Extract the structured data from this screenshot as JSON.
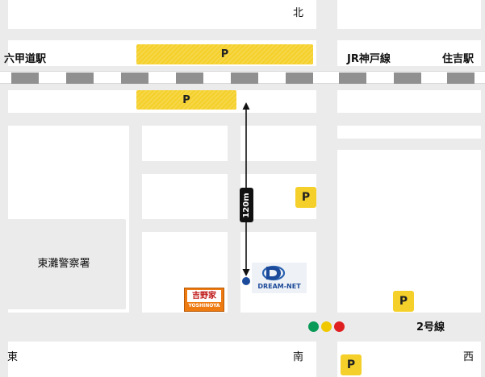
{
  "compass": {
    "north": "北",
    "south": "南",
    "east": "東",
    "west": "西"
  },
  "stations": {
    "left": "六甲道駅",
    "right": "住吉駅"
  },
  "railway": {
    "name": "JR神戸線"
  },
  "highway": {
    "name": "2号線"
  },
  "landmarks": {
    "police": "東灘警察署",
    "shop_logo_jp": "吉野家",
    "shop_logo_en": "YOSHINOYA",
    "target_logo": "DREAM-NET"
  },
  "distance": {
    "label": "120m"
  },
  "parking": {
    "symbol": "P"
  },
  "colors": {
    "road": "#ebebeb",
    "parking": "#f5d02a",
    "rail_gray": "#909090",
    "marker_blue": "#1c4a9a",
    "signal_green": "#0a9a58",
    "signal_yellow": "#f0c800",
    "signal_red": "#e02020"
  }
}
